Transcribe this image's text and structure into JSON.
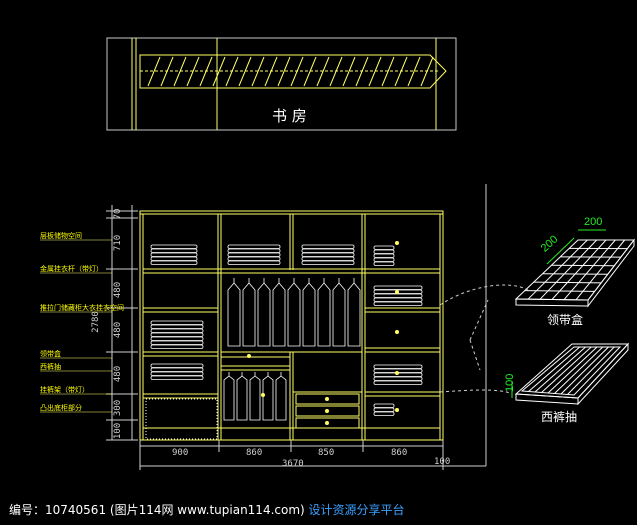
{
  "top_view": {
    "title": "书 房"
  },
  "left_labels": [
    "层板储物空间",
    "金属挂衣杆（带灯）",
    "推拉门储藏柜大衣挂衣空间",
    "领带盒",
    "西裤抽",
    "挂裤架（带灯）",
    "凸出底柜部分"
  ],
  "vertical_dims": [
    "70",
    "710",
    "480",
    "2780",
    "480",
    "480",
    "300",
    "100"
  ],
  "horizontal_dims": [
    "900",
    "860",
    "850",
    "860"
  ],
  "total_width": "3670",
  "right_dim": "100",
  "tie_box": {
    "label": "领带盒",
    "dim_a": "200",
    "dim_b": "200"
  },
  "trouser_drawer": {
    "label": "西裤抽",
    "dim": "100"
  },
  "colors": {
    "line": "#ffff66",
    "dim": "#cfcfcf",
    "accent": "#22ee22",
    "bg": "#000000"
  },
  "footer": {
    "text": "编号：10740561 (图片114网 www.tupian114.com)",
    "link": "设计资源分享平台"
  }
}
